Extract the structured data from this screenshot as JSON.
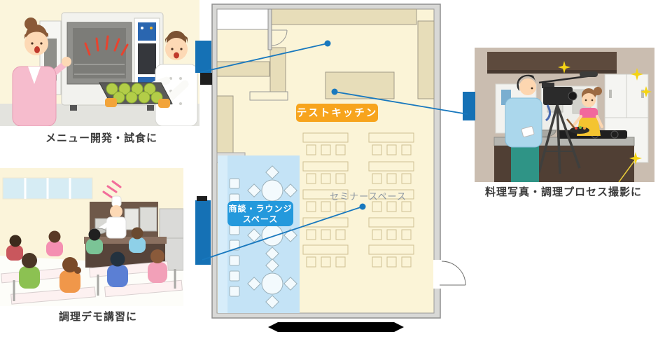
{
  "illustrations": [
    {
      "name": "menu-development",
      "caption": "メニュー開発・試食に"
    },
    {
      "name": "cooking-demo",
      "caption": "調理デモ講習に"
    },
    {
      "name": "filming",
      "caption": "料理写真・調理プロセス撮影に"
    }
  ],
  "floor_plan": {
    "test_kitchen_label": "テストキッチン",
    "seminar_space_label": "セミナースペース",
    "lounge_label_line1": "商談・ラウンジ",
    "lounge_label_line2": "スペース"
  },
  "colors": {
    "accent_blue": "#1878be",
    "connector_tab_blue": "#1571b5",
    "badge_orange": "#f7a41d",
    "badge_blue": "#2499dc",
    "lounge_fill": "#c4e3f6",
    "floor_fill": "#fbf4d7",
    "counter_fill": "#e7ddb9",
    "wall_fill": "#d8d8d6"
  }
}
